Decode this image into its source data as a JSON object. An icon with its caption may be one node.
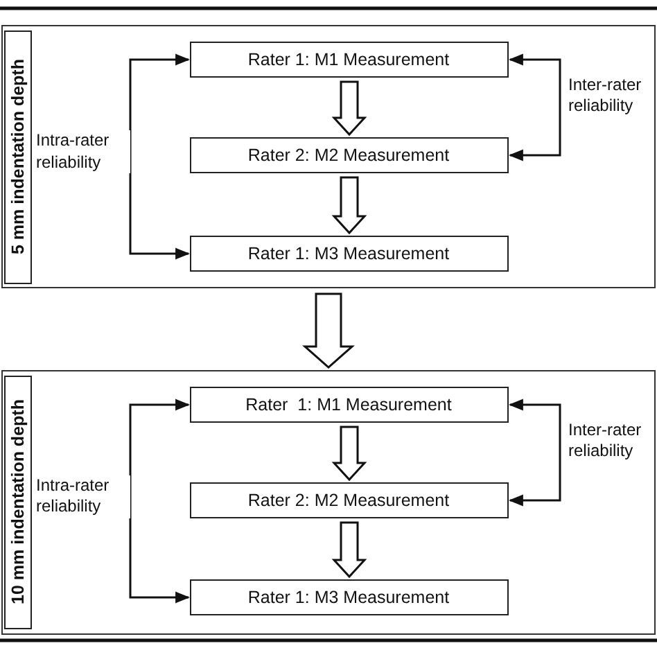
{
  "diagram": {
    "nodes": [
      {
        "text": [],
        "shape": "box"
      },
      {
        "text": [
          "5 mm indentation depth"
        ],
        "in": 0
      },
      {
        "text": [
          "Rater 1: M1 Measurement"
        ],
        "in": 0
      },
      {
        "text": [
          "Rater 2: M2 Measurement"
        ],
        "in": 0
      },
      {
        "text": [
          "Rater 1: M3 Measurement"
        ],
        "in": 0
      },
      {
        "text": [],
        "shape": "box"
      },
      {
        "text": [
          "10 mm indentation depth"
        ],
        "in": 5
      },
      {
        "text": [
          "Rater  1: M1 Measurement"
        ],
        "in": 5
      },
      {
        "text": [
          "Rater 2: M2 Measurement"
        ],
        "in": 5
      },
      {
        "text": [
          "Rater 1: M3 Measurement"
        ],
        "in": 5
      }
    ],
    "edges": [
      {
        "from": 2,
        "to": 3,
        "arrow": "to",
        "style": "thick"
      },
      {
        "from": 3,
        "to": 4,
        "arrow": "to",
        "style": "thick"
      },
      {
        "from": 2,
        "to": 4,
        "arrow": "both",
        "label": "Intra-rater reliability"
      },
      {
        "from": 2,
        "to": 3,
        "arrow": "both",
        "label": "Inter-rater reliability"
      },
      {
        "from": 0,
        "to": 5,
        "arrow": "to",
        "style": "thick"
      },
      {
        "from": 7,
        "to": 8,
        "arrow": "to",
        "style": "thick"
      },
      {
        "from": 8,
        "to": 9,
        "arrow": "to",
        "style": "thick"
      },
      {
        "from": 7,
        "to": 9,
        "arrow": "both",
        "label": "Intra-rater reliability"
      },
      {
        "from": 7,
        "to": 8,
        "arrow": "both",
        "label": "Inter-rater reliability"
      }
    ]
  }
}
